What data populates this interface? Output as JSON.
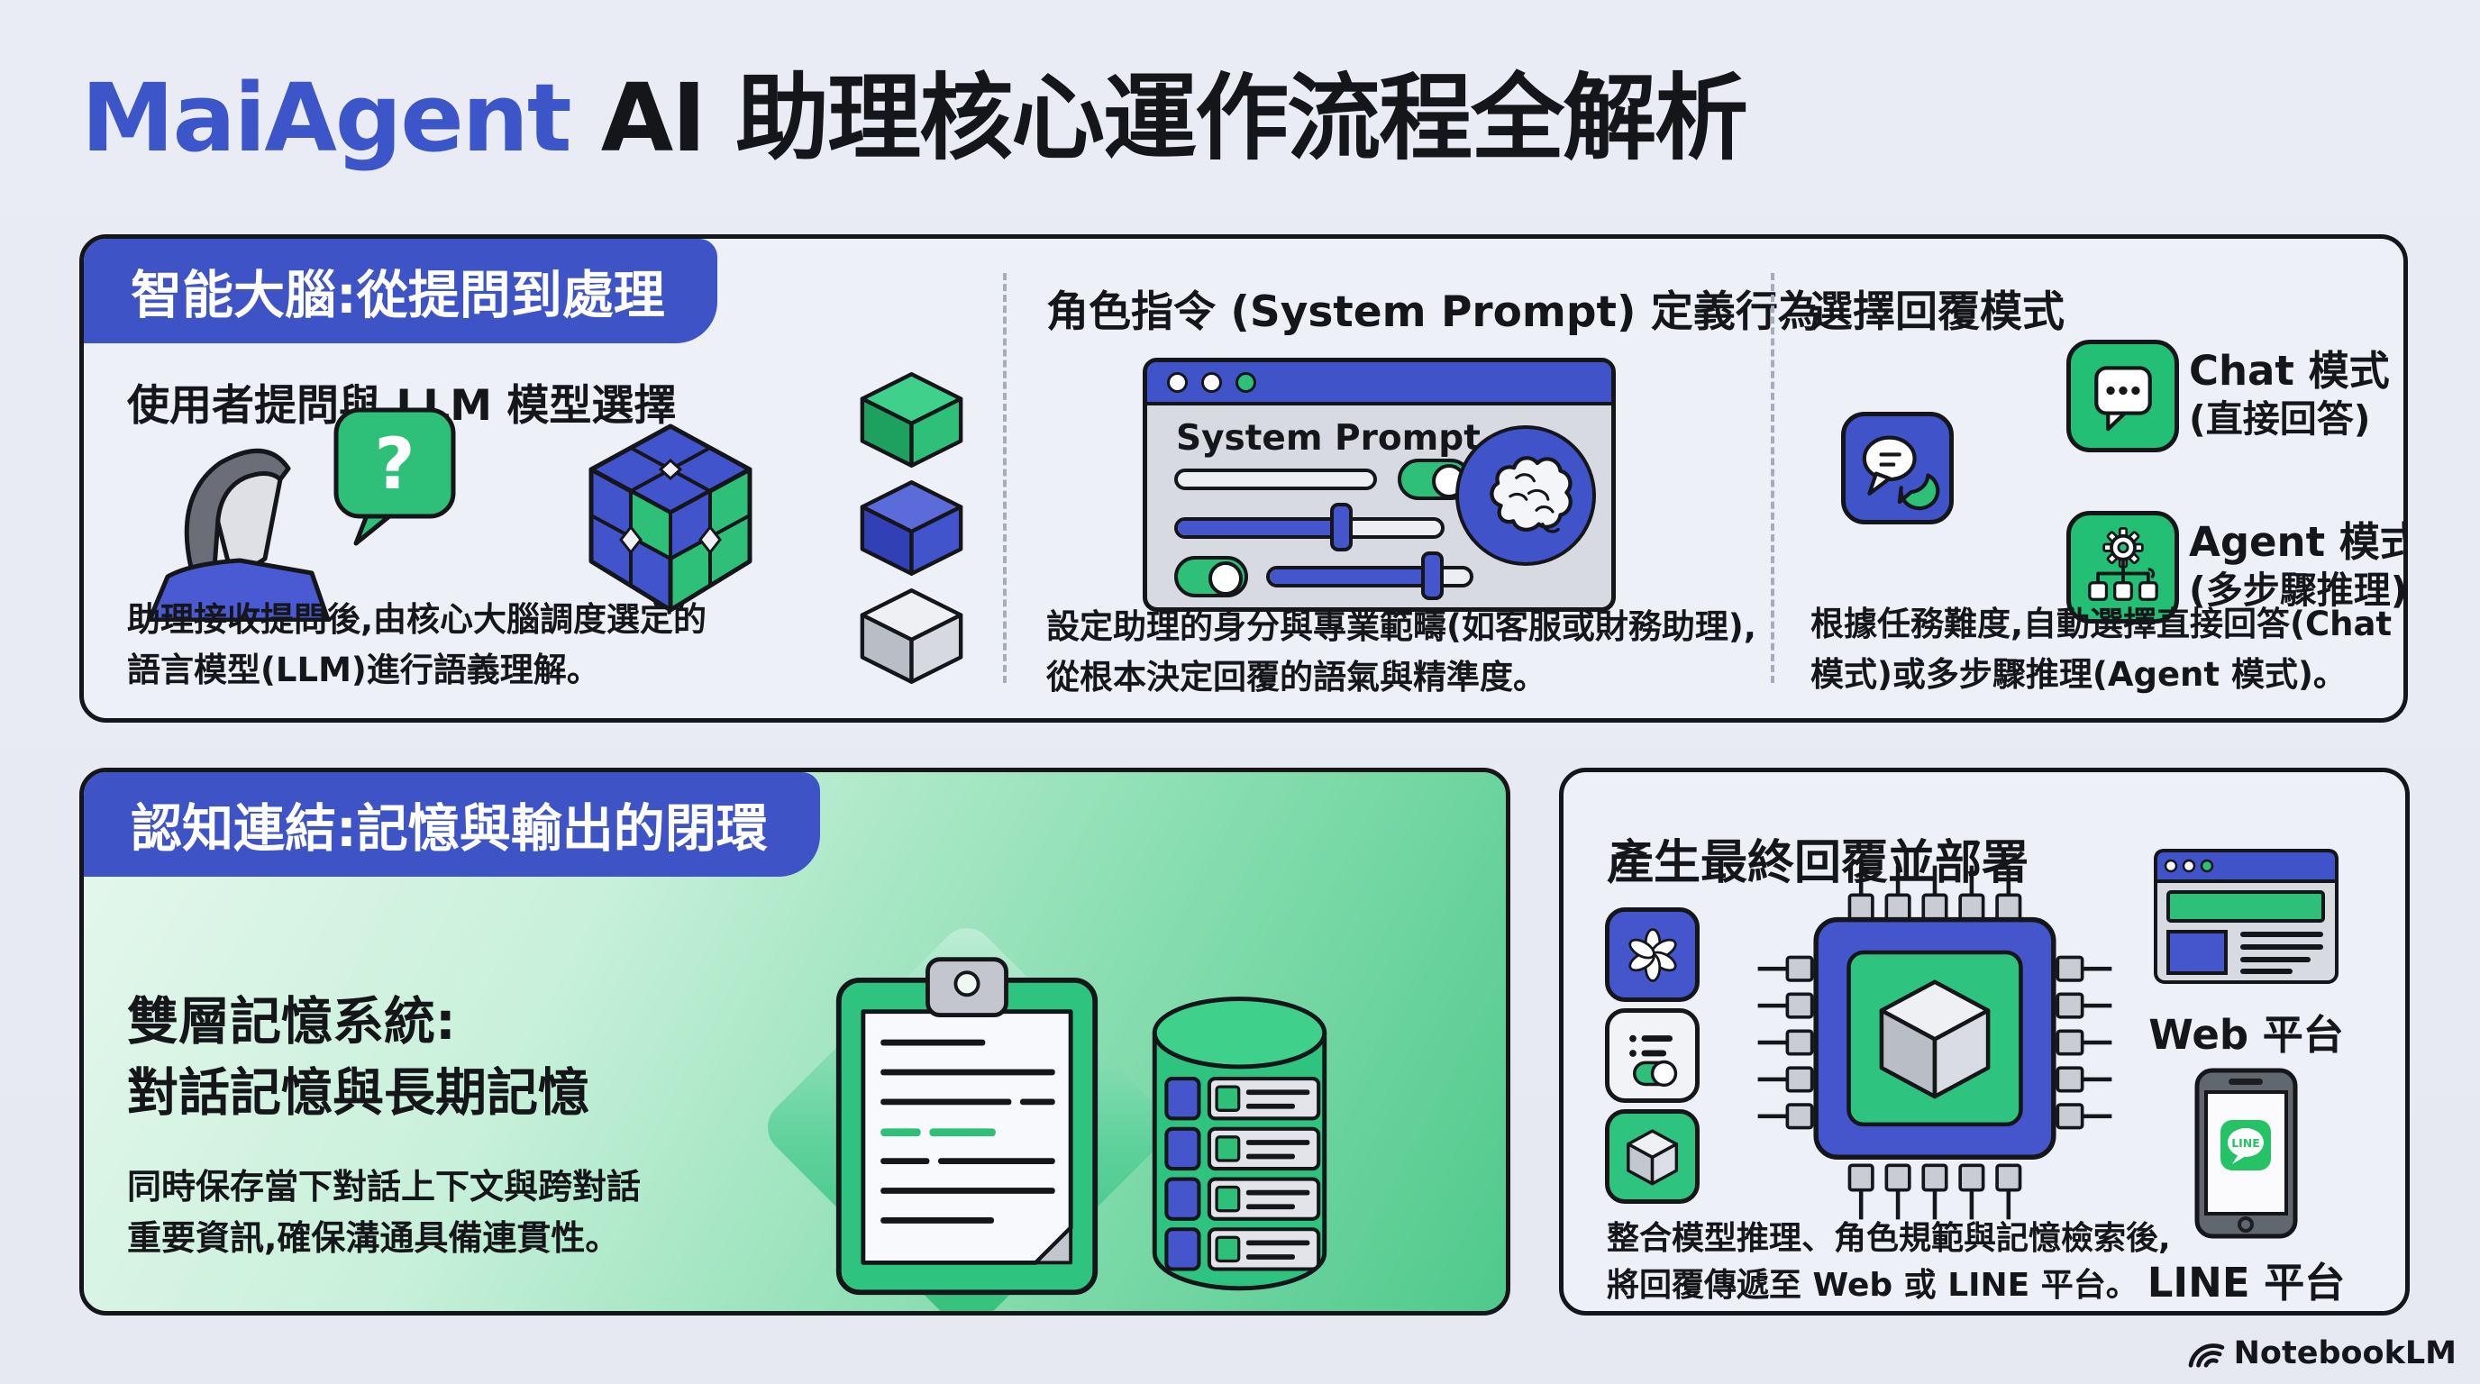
{
  "title": {
    "brand": "MaiAgent",
    "rest": " AI 助理核心運作流程全解析"
  },
  "brain_panel": {
    "badge": "智能大腦:從提問到處理",
    "col_user": {
      "heading": "使用者提問與 LLM 模型選擇",
      "question_mark": "?",
      "caption1": "助理接收提問後,由核心大腦調度選定的",
      "caption2": "語言模型(LLM)進行語義理解。"
    },
    "col_prompt": {
      "heading": "角色指令 (System Prompt) 定義行為",
      "window_title": "System Prompt",
      "caption1": "設定助理的身分與專業範疇(如客服或財務助理),",
      "caption2": "從根本決定回覆的語氣與精準度。"
    },
    "col_mode": {
      "heading": "選擇回覆模式",
      "chat_label": "Chat 模式",
      "chat_sub": "(直接回答)",
      "agent_label": "Agent 模式",
      "agent_sub": "(多步驟推理)",
      "caption1": "根據任務難度,自動選擇直接回答(Chat",
      "caption2": "模式)或多步驟推理(Agent 模式)。"
    }
  },
  "memory_panel": {
    "badge": "認知連結:記憶與輸出的閉環",
    "heading1": "雙層記憶系統:",
    "heading2": "對話記憶與長期記憶",
    "caption1": "同時保存當下對話上下文與跨對話",
    "caption2": "重要資訊,確保溝通具備連貫性。"
  },
  "deploy_panel": {
    "heading": "產生最終回覆並部署",
    "web_label": "Web 平台",
    "line_label": "LINE 平台",
    "line_badge": "LINE",
    "caption1": "整合模型推理、角色規範與記憶檢索後,",
    "caption2": "將回覆傳遞至 Web 或 LINE 平台。"
  },
  "footer": {
    "logo": "NotebookLM"
  },
  "colors": {
    "accent_blue": "#3e53c6",
    "accent_green": "#2ebf79",
    "line_green": "#25c365"
  }
}
